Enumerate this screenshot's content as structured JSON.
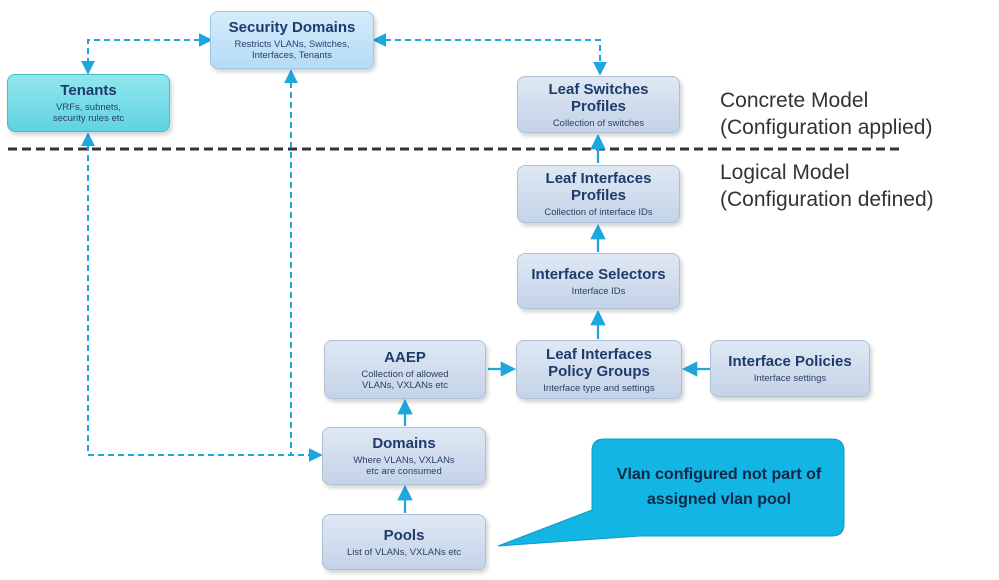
{
  "nodes": {
    "security_domains": {
      "title": "Security Domains",
      "sub": "Restricts VLANs, Switches, Interfaces, Tenants"
    },
    "tenants": {
      "title": "Tenants",
      "sub": "VRFs, subnets, security rules etc"
    },
    "leaf_switches_profiles": {
      "title": "Leaf Switches Profiles",
      "sub": "Collection of switches"
    },
    "leaf_interfaces_profiles": {
      "title": "Leaf Interfaces Profiles",
      "sub": "Collection of interface IDs"
    },
    "interface_selectors": {
      "title": "Interface Selectors",
      "sub": "Interface IDs"
    },
    "aaep": {
      "title": "AAEP",
      "sub": "Collection of allowed VLANs, VXLANs etc"
    },
    "leaf_interfaces_policy_groups": {
      "title": "Leaf Interfaces Policy Groups",
      "sub": "Interface type and settings"
    },
    "interface_policies": {
      "title": "Interface Policies",
      "sub": "Interface settings"
    },
    "domains": {
      "title": "Domains",
      "sub": "Where VLANs, VXLANs etc are consumed"
    },
    "pools": {
      "title": "Pools",
      "sub": "List of VLANs, VXLANs etc"
    }
  },
  "models": {
    "concrete": {
      "title": "Concrete Model",
      "sub": "(Configuration applied)"
    },
    "logical": {
      "title": "Logical Model",
      "sub": "(Configuration defined)"
    }
  },
  "callout": {
    "text": "Vlan configured not part of assigned vlan pool"
  },
  "colors": {
    "node_fill": "#c8d7eb",
    "tenant_fill": "#6fd9e4",
    "arrow": "#1ea7df",
    "callout_fill": "#12b5e3",
    "divider": "#333333"
  }
}
